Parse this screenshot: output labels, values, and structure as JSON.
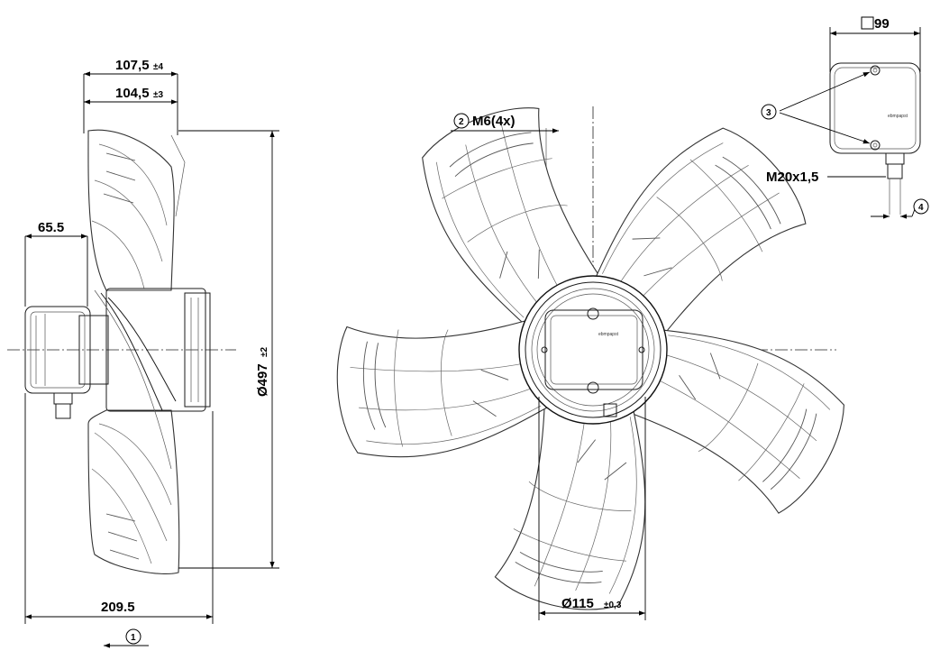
{
  "dimensions": {
    "width_outer": "107,5",
    "width_outer_tol": "±4",
    "width_inner": "104,5",
    "width_inner_tol": "±3",
    "motor_depth": "65.5",
    "overall_depth": "209.5",
    "diameter": "Ø497",
    "diameter_tol": "±2",
    "bolt_label": "M6(4x)",
    "hub_diameter": "Ø115",
    "hub_diameter_tol": "±0,3",
    "box_size": "99",
    "gland": "M20x1,5"
  },
  "callouts": {
    "c1": "1",
    "c2": "2",
    "c3": "3",
    "c4": "4"
  },
  "brand": "ebmpapst"
}
